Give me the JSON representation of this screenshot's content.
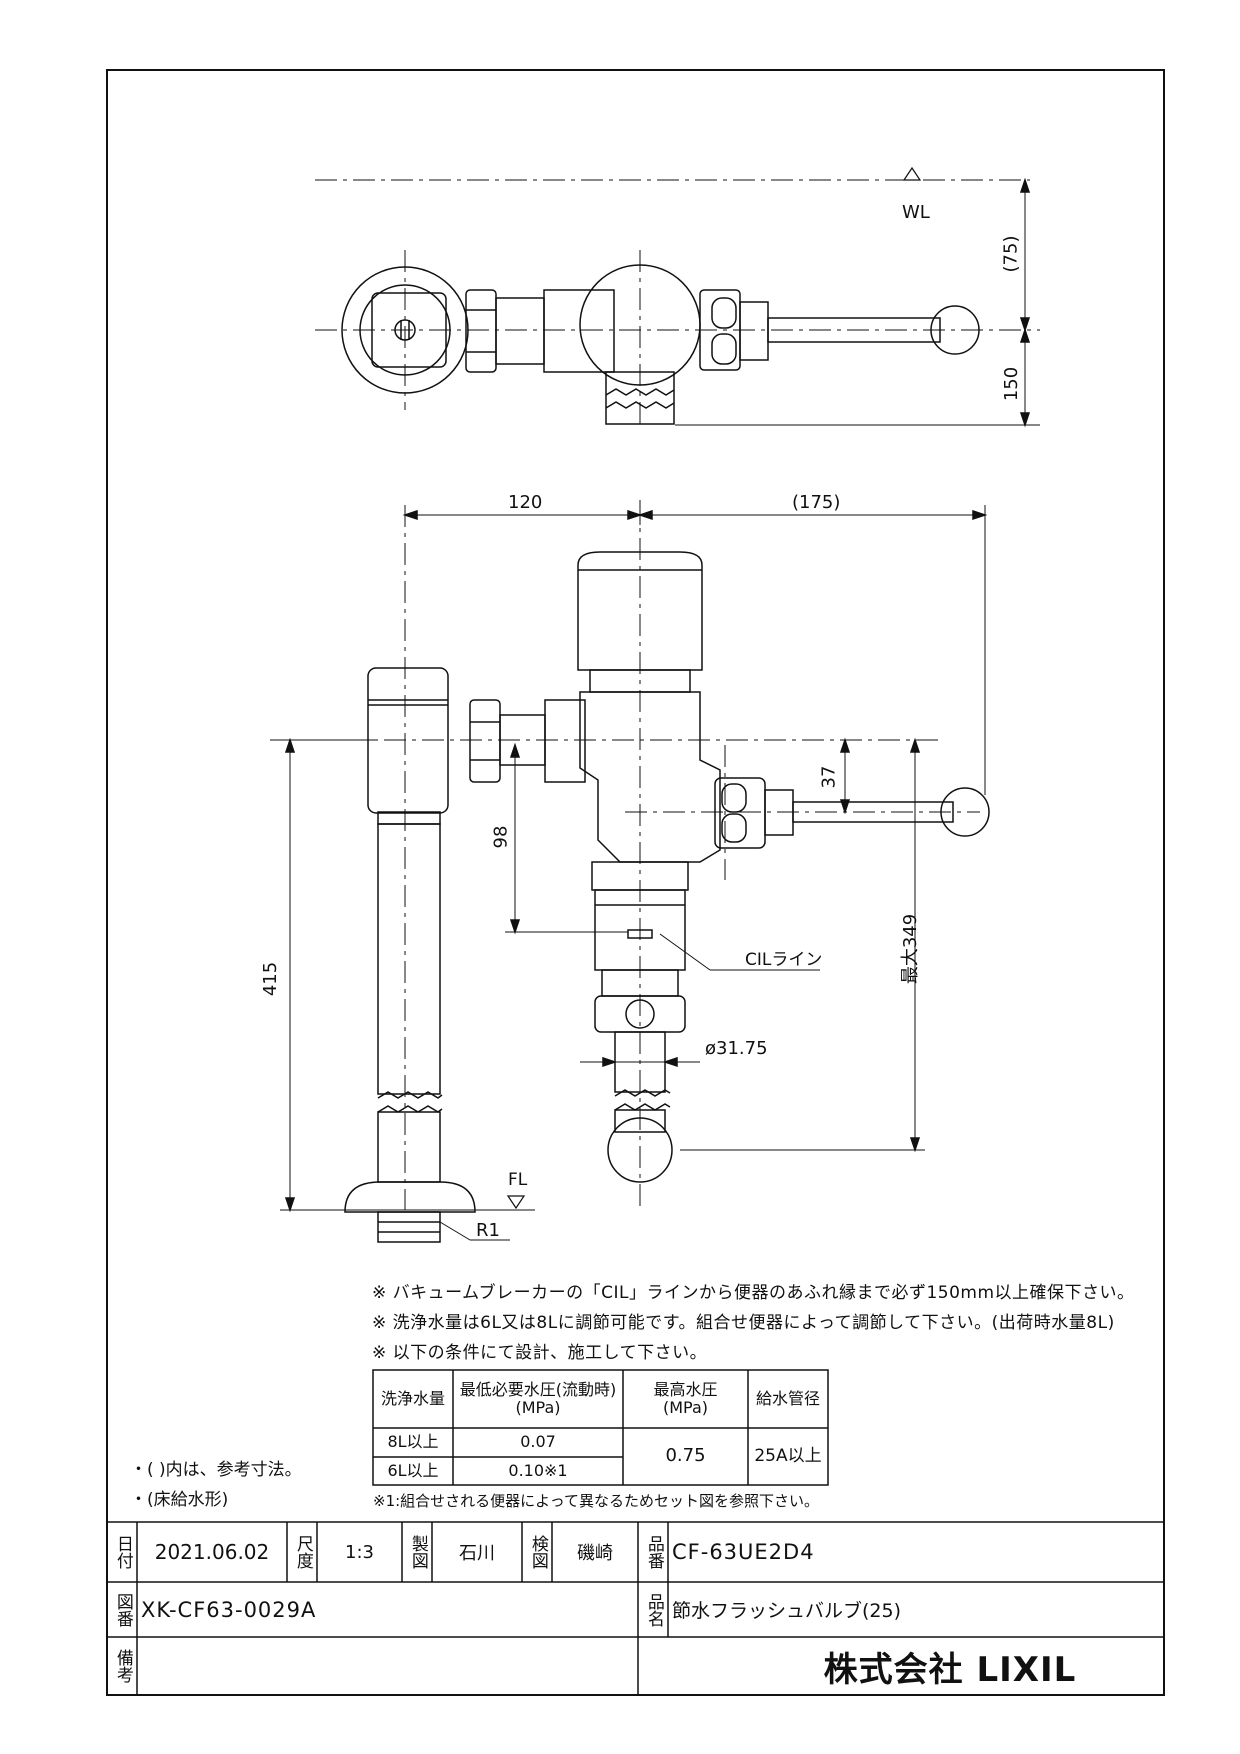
{
  "dimensions": {
    "top_75": "(75)",
    "top_150": "150",
    "wl": "WL",
    "d120": "120",
    "d175": "(175)",
    "d37": "37",
    "d98": "98",
    "d415": "415",
    "max349": "最大349",
    "cil": "CILライン",
    "dia": "ø31.75",
    "fl": "FL",
    "r1": "R1"
  },
  "notes": [
    "※ バキュームブレーカーの「CIL」ラインから便器のあふれ縁まで必ず150mm以上確保下さい。",
    "※ 洗浄水量は6L又は8Lに調節可能です。組合せ便器によって調節して下さい。(出荷時水量8L)",
    "※ 以下の条件にて設計、施工して下さい。"
  ],
  "table": {
    "headers": [
      "洗浄水量",
      "最低必要水圧(流動時)\n(MPa)",
      "最高水圧\n(MPa)",
      "給水管径"
    ],
    "rows": [
      [
        "8L以上",
        "0.07"
      ],
      [
        "6L以上",
        "0.10※1"
      ]
    ],
    "max_pressure": "0.75",
    "pipe": "25A以上",
    "footnote": "※1:組合せされる便器によって異なるためセット図を参照下さい。"
  },
  "side_notes": [
    "・( )内は、参考寸法。",
    "・(床給水形)"
  ],
  "title_block": {
    "date_label": "日付",
    "date": "2021.06.02",
    "scale_label": "尺度",
    "scale": "1:3",
    "drawn_label": "製図",
    "drawn": "石川",
    "checked_label": "検図",
    "checked": "磯崎",
    "part_no_label": "品番",
    "part_no": "CF-63UE2D4",
    "drawing_no_label": "図番",
    "drawing_no": "XK-CF63-0029A",
    "name_label": "品名",
    "name": "節水フラッシュバルブ(25)",
    "remarks_label": "備考",
    "company": "株式会社 LIXIL"
  }
}
